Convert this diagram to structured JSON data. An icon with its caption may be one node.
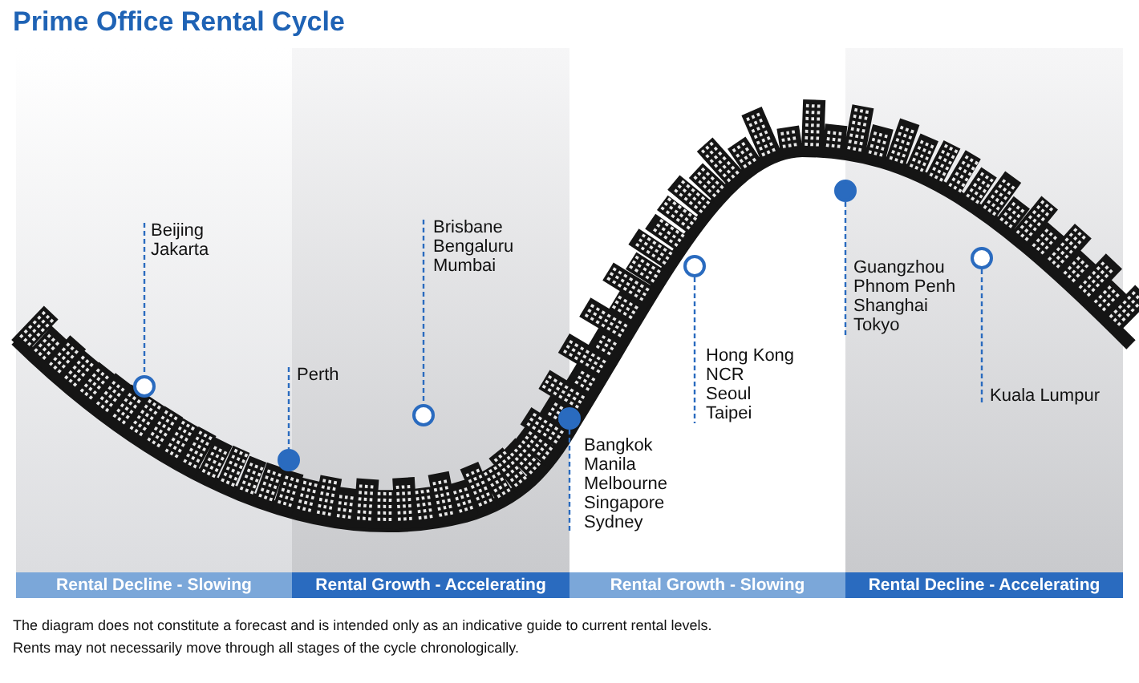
{
  "diagram": {
    "title": "Prime Office Rental Cycle",
    "nodes": [
      {
        "text": [
          "Beijing",
          "Jakarta"
        ]
      },
      {
        "text": [
          "Perth"
        ]
      },
      {
        "text": [
          "Brisbane",
          "Bengaluru",
          "Mumbai"
        ]
      },
      {
        "text": [
          "Bangkok",
          "Manila",
          "Melbourne",
          "Singapore",
          "Sydney"
        ]
      },
      {
        "text": [
          "Hong Kong",
          "NCR",
          "Seoul",
          "Taipei"
        ]
      },
      {
        "text": [
          "Guangzhou",
          "Phnom Penh",
          "Shanghai",
          "Tokyo"
        ]
      },
      {
        "text": [
          "Kuala Lumpur"
        ]
      },
      {
        "text": [],
        "shape": "circle"
      },
      {
        "text": [],
        "shape": "circle"
      },
      {
        "text": [],
        "shape": "circle"
      },
      {
        "text": [],
        "shape": "circle"
      },
      {
        "text": [],
        "shape": "circle"
      },
      {
        "text": [],
        "shape": "circle"
      },
      {
        "text": [],
        "shape": "circle"
      },
      {
        "text": [
          "Rental Decline - Slowing"
        ]
      },
      {
        "text": [
          "Rental Growth - Accelerating"
        ]
      },
      {
        "text": [
          "Rental Growth - Slowing"
        ]
      },
      {
        "text": [
          "Rental Decline - Accelerating"
        ]
      }
    ],
    "edges": [
      {
        "from": 0,
        "to": 7,
        "arrow": "none"
      },
      {
        "from": 1,
        "to": 8,
        "arrow": "none"
      },
      {
        "from": 2,
        "to": 9,
        "arrow": "none"
      },
      {
        "from": 3,
        "to": 10,
        "arrow": "none"
      },
      {
        "from": 4,
        "to": 11,
        "arrow": "none"
      },
      {
        "from": 5,
        "to": 12,
        "arrow": "none"
      },
      {
        "from": 6,
        "to": 13,
        "arrow": "none"
      }
    ],
    "labels": [
      "The diagram does not constitute a forecast and is intended only as an indicative guide to current rental levels.",
      "Rents may not necessarily move through all stages of the cycle chronologically."
    ]
  }
}
